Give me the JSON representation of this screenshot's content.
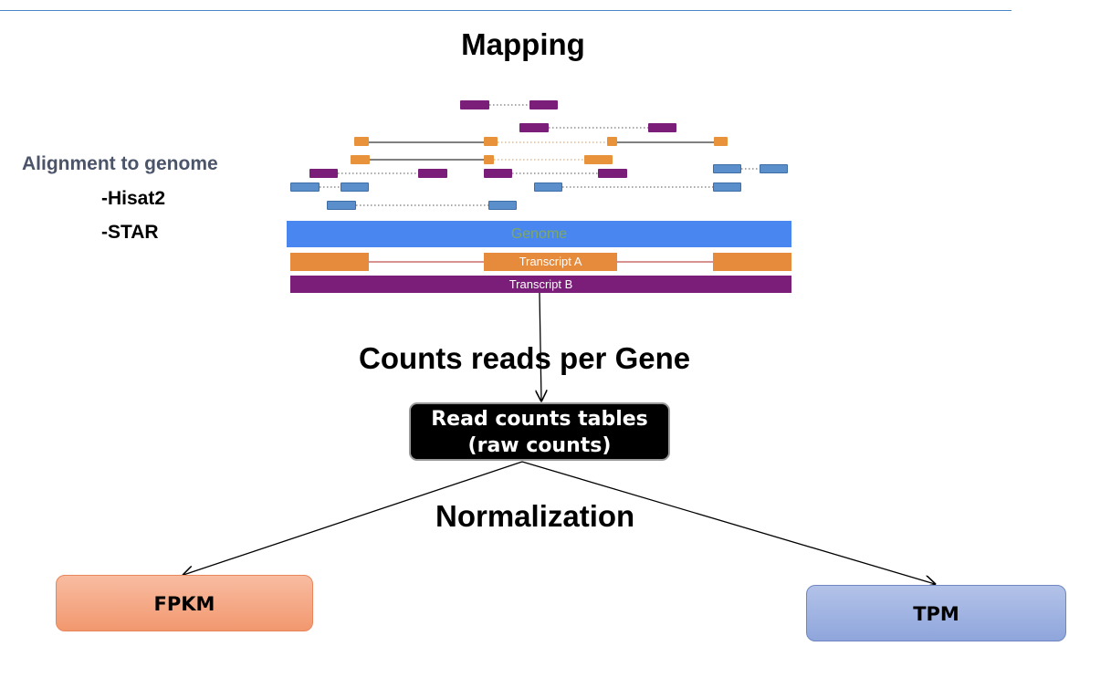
{
  "colors": {
    "purple": "#7b1e79",
    "orange": "#e8923b",
    "blue": "#5b8fcc",
    "genome": "#4a86f0",
    "fpkm_fill": "#f2986f",
    "tpm_fill": "#8fa6dc",
    "heading_gray": "#4b5469"
  },
  "titles": {
    "mapping": "Mapping",
    "counts": "Counts reads per Gene",
    "normalization": "Normalization"
  },
  "alignment": {
    "heading": "Alignment to genome",
    "tools": [
      "-Hisat2",
      "-STAR"
    ]
  },
  "tracks": {
    "genome": "Genome",
    "transcript_a": "Transcript A",
    "transcript_b": "Transcript B"
  },
  "counts_table": {
    "line1": "Read counts tables",
    "line2": "(raw counts)"
  },
  "outputs": {
    "left": "FPKM",
    "right": "TPM"
  }
}
